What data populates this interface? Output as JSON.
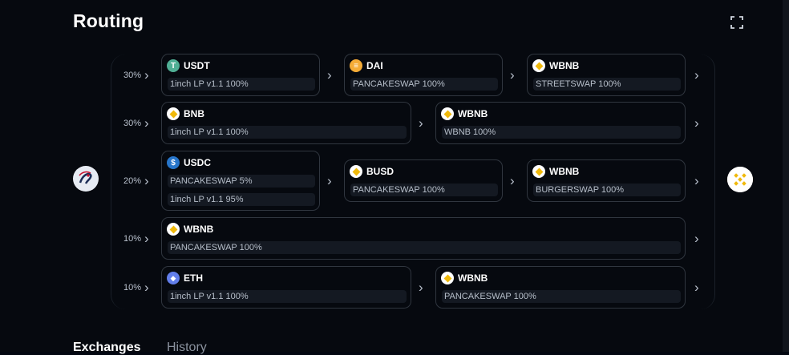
{
  "header": {
    "title": "Routing"
  },
  "tabs": [
    {
      "label": "Exchanges"
    },
    {
      "label": "History"
    }
  ],
  "routes": [
    {
      "percent": "30%",
      "steps": [
        {
          "token": "USDT",
          "icon": "usdt-icon",
          "pools": [
            "1inch LP v1.1 100%"
          ]
        },
        {
          "token": "DAI",
          "icon": "dai-icon",
          "pools": [
            "PANCAKESWAP 100%"
          ]
        },
        {
          "token": "WBNB",
          "icon": "bnb-icon",
          "pools": [
            "STREETSWAP 100%"
          ]
        }
      ]
    },
    {
      "percent": "30%",
      "steps": [
        {
          "token": "BNB",
          "icon": "bnb-icon",
          "pools": [
            "1inch LP v1.1 100%"
          ]
        },
        {
          "token": "WBNB",
          "icon": "bnb-icon",
          "pools": [
            "WBNB 100%"
          ]
        }
      ]
    },
    {
      "percent": "20%",
      "steps": [
        {
          "token": "USDC",
          "icon": "usdc-icon",
          "pools": [
            "PANCAKESWAP 5%",
            "1inch LP v1.1 95%"
          ]
        },
        {
          "token": "BUSD",
          "icon": "bnb-icon",
          "pools": [
            "PANCAKESWAP 100%"
          ]
        },
        {
          "token": "WBNB",
          "icon": "bnb-icon",
          "pools": [
            "BURGERSWAP 100%"
          ]
        }
      ]
    },
    {
      "percent": "10%",
      "steps": [
        {
          "token": "WBNB",
          "icon": "bnb-icon",
          "pools": [
            "PANCAKESWAP 100%"
          ]
        }
      ]
    },
    {
      "percent": "10%",
      "steps": [
        {
          "token": "ETH",
          "icon": "eth-icon",
          "pools": [
            "1inch LP v1.1 100%"
          ]
        },
        {
          "token": "WBNB",
          "icon": "bnb-icon",
          "pools": [
            "PANCAKESWAP 100%"
          ]
        }
      ]
    }
  ],
  "colors": {
    "background": "#06090f",
    "border": "#30363f",
    "bnb": "#f0b90b",
    "usdt": "#50af95",
    "dai": "#f5ac37",
    "usdc": "#2775ca",
    "eth": "#627eea"
  }
}
